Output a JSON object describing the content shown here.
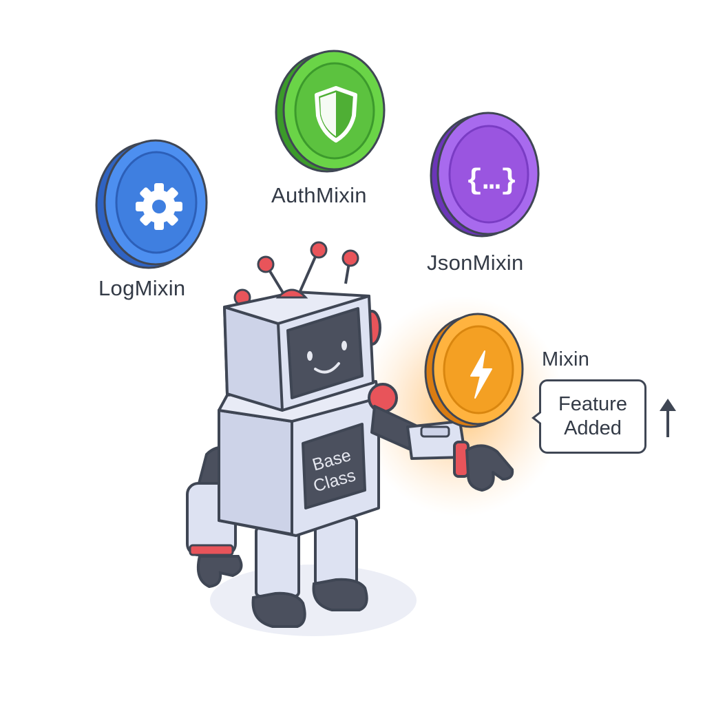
{
  "mixins": {
    "log": {
      "label": "LogMixin",
      "icon": "gear-icon",
      "color": "#3f7fe0"
    },
    "auth": {
      "label": "AuthMixin",
      "icon": "shield-icon",
      "color": "#5cc23f"
    },
    "json": {
      "label": "JsonMixin",
      "icon": "braces-icon",
      "color": "#9a55e0"
    },
    "active": {
      "label": "Mixin",
      "icon": "lightning-icon",
      "color": "#f4a023"
    }
  },
  "robot": {
    "chest_label_line1": "Base",
    "chest_label_line2": "Class",
    "body_color": "#dde2f2",
    "accent_color": "#e8545a",
    "dark_color": "#4b505e"
  },
  "callout": {
    "line1": "Feature",
    "line2": "Added"
  },
  "arrow_icon": "arrow-up-icon",
  "outline_color": "#3f4654"
}
